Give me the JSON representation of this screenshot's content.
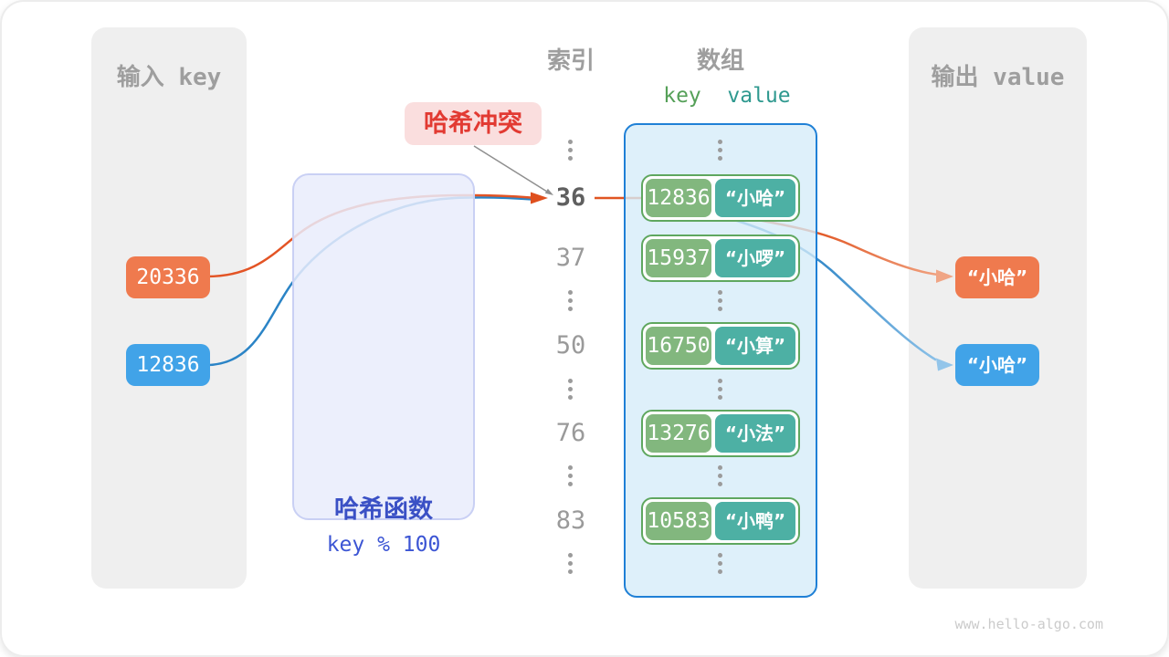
{
  "input_panel": {
    "title": "输入 key",
    "items": [
      {
        "value": "20336",
        "color": "#ef7a4e"
      },
      {
        "value": "12836",
        "color": "#41a3e8"
      }
    ]
  },
  "hash_box": {
    "title": "哈希函数",
    "formula": "key % 100"
  },
  "collision_label": {
    "text": "哈希冲突"
  },
  "index_column": {
    "title": "索引",
    "values": [
      "36",
      "37",
      "50",
      "76",
      "83"
    ],
    "highlighted_value": "36"
  },
  "array_panel": {
    "title": "数组",
    "key_header": "key",
    "value_header": "value",
    "rows": [
      {
        "key": "12836",
        "value": "“小哈”"
      },
      {
        "key": "15937",
        "value": "“小啰”"
      },
      {
        "key": "16750",
        "value": "“小算”"
      },
      {
        "key": "13276",
        "value": "“小法”"
      },
      {
        "key": "10583",
        "value": "“小鸭”"
      }
    ]
  },
  "output_panel": {
    "title": "输出 value",
    "items": [
      {
        "value": "“小哈”",
        "color": "#ef7a4e"
      },
      {
        "value": "“小哈”",
        "color": "#41a3e8"
      }
    ]
  },
  "watermark": "www.hello-algo.com",
  "colors": {
    "orange": "#ef7a4e",
    "blue": "#41a3e8",
    "key_green": "#82b77e",
    "value_teal": "#4db0a4",
    "row_border_green": "#5fa75f",
    "array_border_blue": "#1f80d6",
    "hash_text_indigo": "#3a50c5",
    "collision_red": "#e23a32",
    "collision_bg": "#fadede",
    "panel_gray": "#efefef",
    "text_gray": "#9e9e9e"
  }
}
